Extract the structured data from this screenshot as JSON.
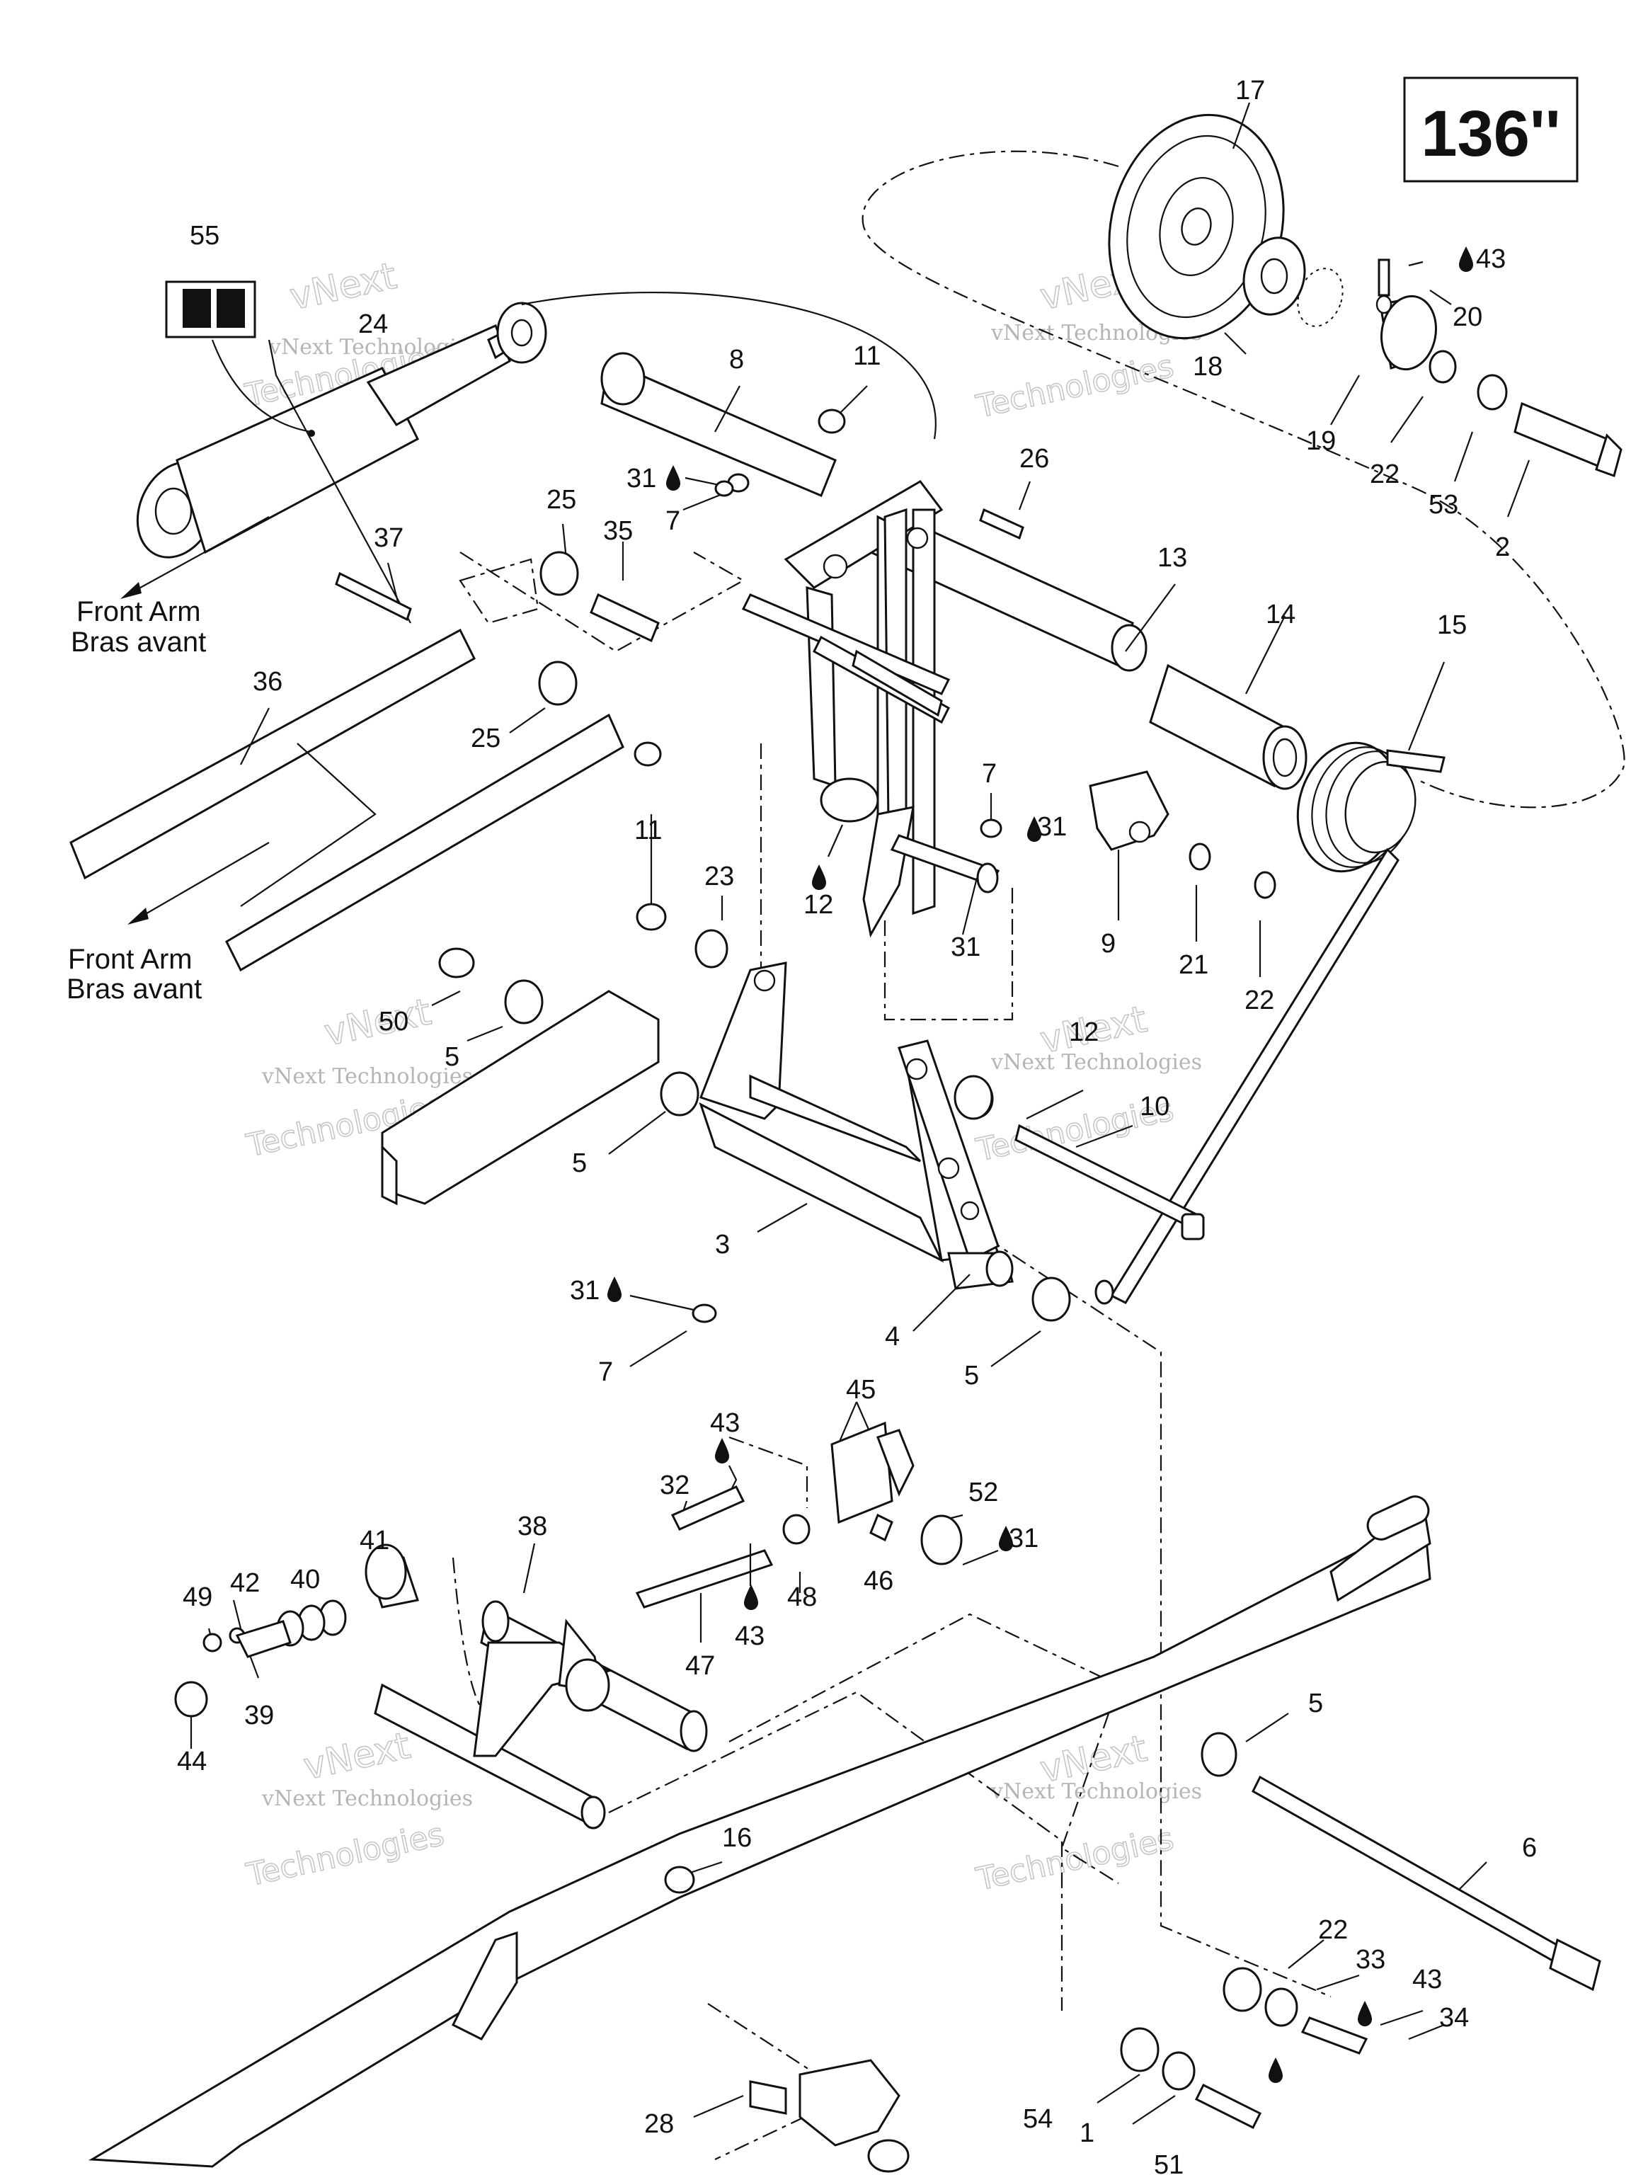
{
  "badge": {
    "text": "136''"
  },
  "watermark": {
    "line1": "vNext Technologies",
    "line2": "vNext",
    "line3": "Technologies"
  },
  "notes": {
    "front_arm_en": "Front Arm",
    "front_arm_fr": "Bras avant"
  },
  "callouts": [
    "17",
    "43",
    "20",
    "18",
    "19",
    "22",
    "53",
    "2",
    "55",
    "24",
    "8",
    "11",
    "31",
    "7",
    "26",
    "25",
    "35",
    "37",
    "13",
    "14",
    "15",
    "36",
    "25",
    "11",
    "7",
    "31",
    "12",
    "31",
    "9",
    "21",
    "22",
    "23",
    "50",
    "5",
    "12",
    "10",
    "5",
    "3",
    "31",
    "7",
    "4",
    "5",
    "45",
    "43",
    "52",
    "32",
    "31",
    "46",
    "48",
    "43",
    "47",
    "38",
    "41",
    "40",
    "42",
    "49",
    "39",
    "44",
    "5",
    "6",
    "16",
    "22",
    "33",
    "43",
    "34",
    "54",
    "1",
    "28",
    "51"
  ]
}
